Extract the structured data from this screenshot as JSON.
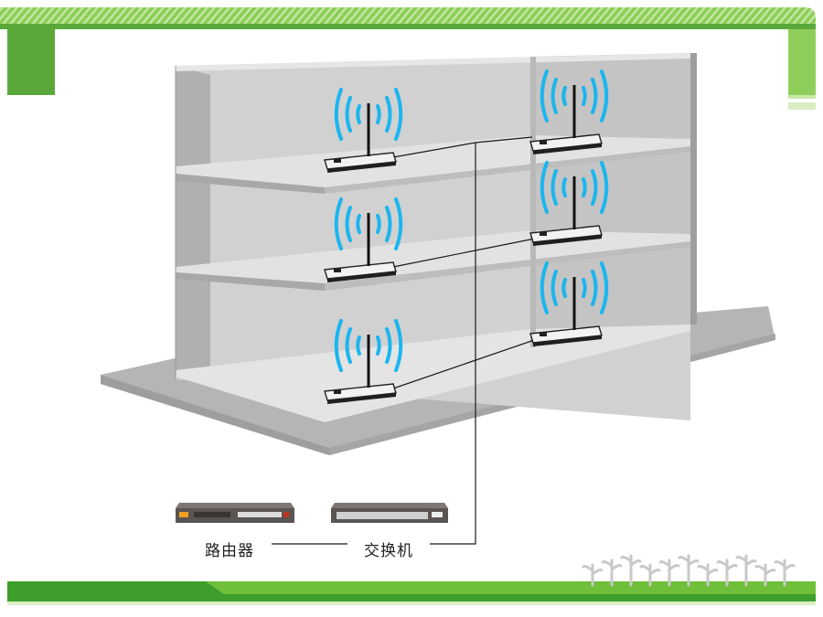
{
  "colors": {
    "accent": "#7bc043",
    "accent_dark": "#3e9e2c",
    "wifi": "#1ab6f0",
    "wall": "#c9c9c9",
    "wall_dark": "#a9a9a9",
    "floor": "#dcdcdc",
    "ground": "#b8b8b8",
    "cable": "#1a1a1a"
  },
  "diagram": {
    "labels": {
      "router": "路由器",
      "switch": "交换机"
    },
    "floors": 3,
    "access_points_per_floor": 2,
    "icons": {
      "access_point": "wireless-router-icon",
      "signal": "wifi-signal-icon",
      "router": "rack-router-icon",
      "switch": "rack-switch-icon",
      "decoration": "plant-silhouette-decoration"
    }
  }
}
